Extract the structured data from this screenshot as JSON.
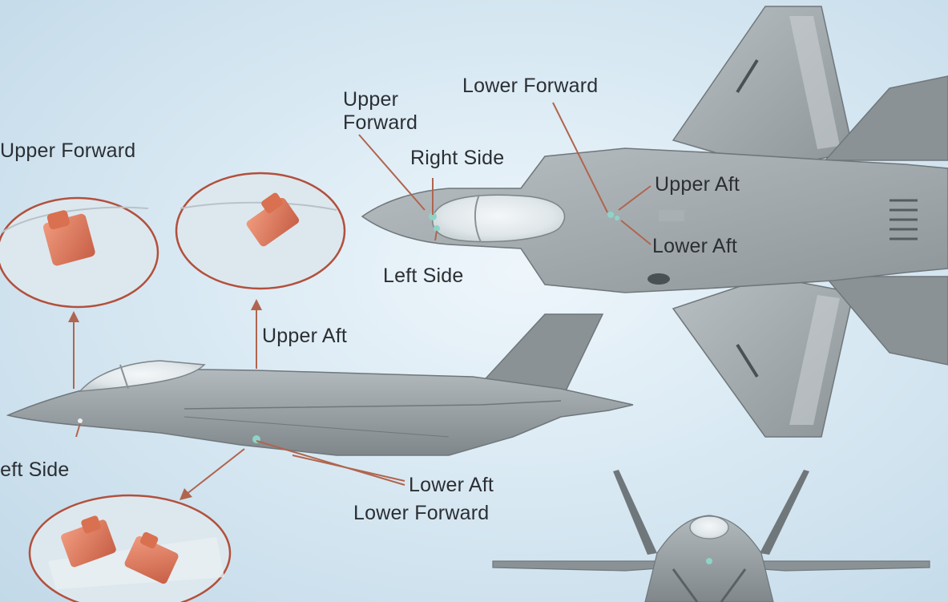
{
  "labels": {
    "top_left_upper_forward": "Upper Forward",
    "top_view_upper_forward_line1": "Upper",
    "top_view_upper_forward_line2": "Forward",
    "top_view_lower_forward": "Lower Forward",
    "top_view_right_side": "Right Side",
    "top_view_upper_aft": "Upper Aft",
    "top_view_lower_aft": "Lower Aft",
    "top_view_left_side": "Left Side",
    "side_view_upper_aft": "Upper Aft",
    "side_view_left_side": "Left Side",
    "side_view_lower_aft": "Lower Aft",
    "side_view_lower_forward": "Lower Forward"
  },
  "colors": {
    "background": "#d9e9f3",
    "airframe": "#9aa2a6",
    "leader_line": "#b0654e",
    "sensor_aperture": "#e07a5f",
    "callout_ring": "#b2503c"
  }
}
